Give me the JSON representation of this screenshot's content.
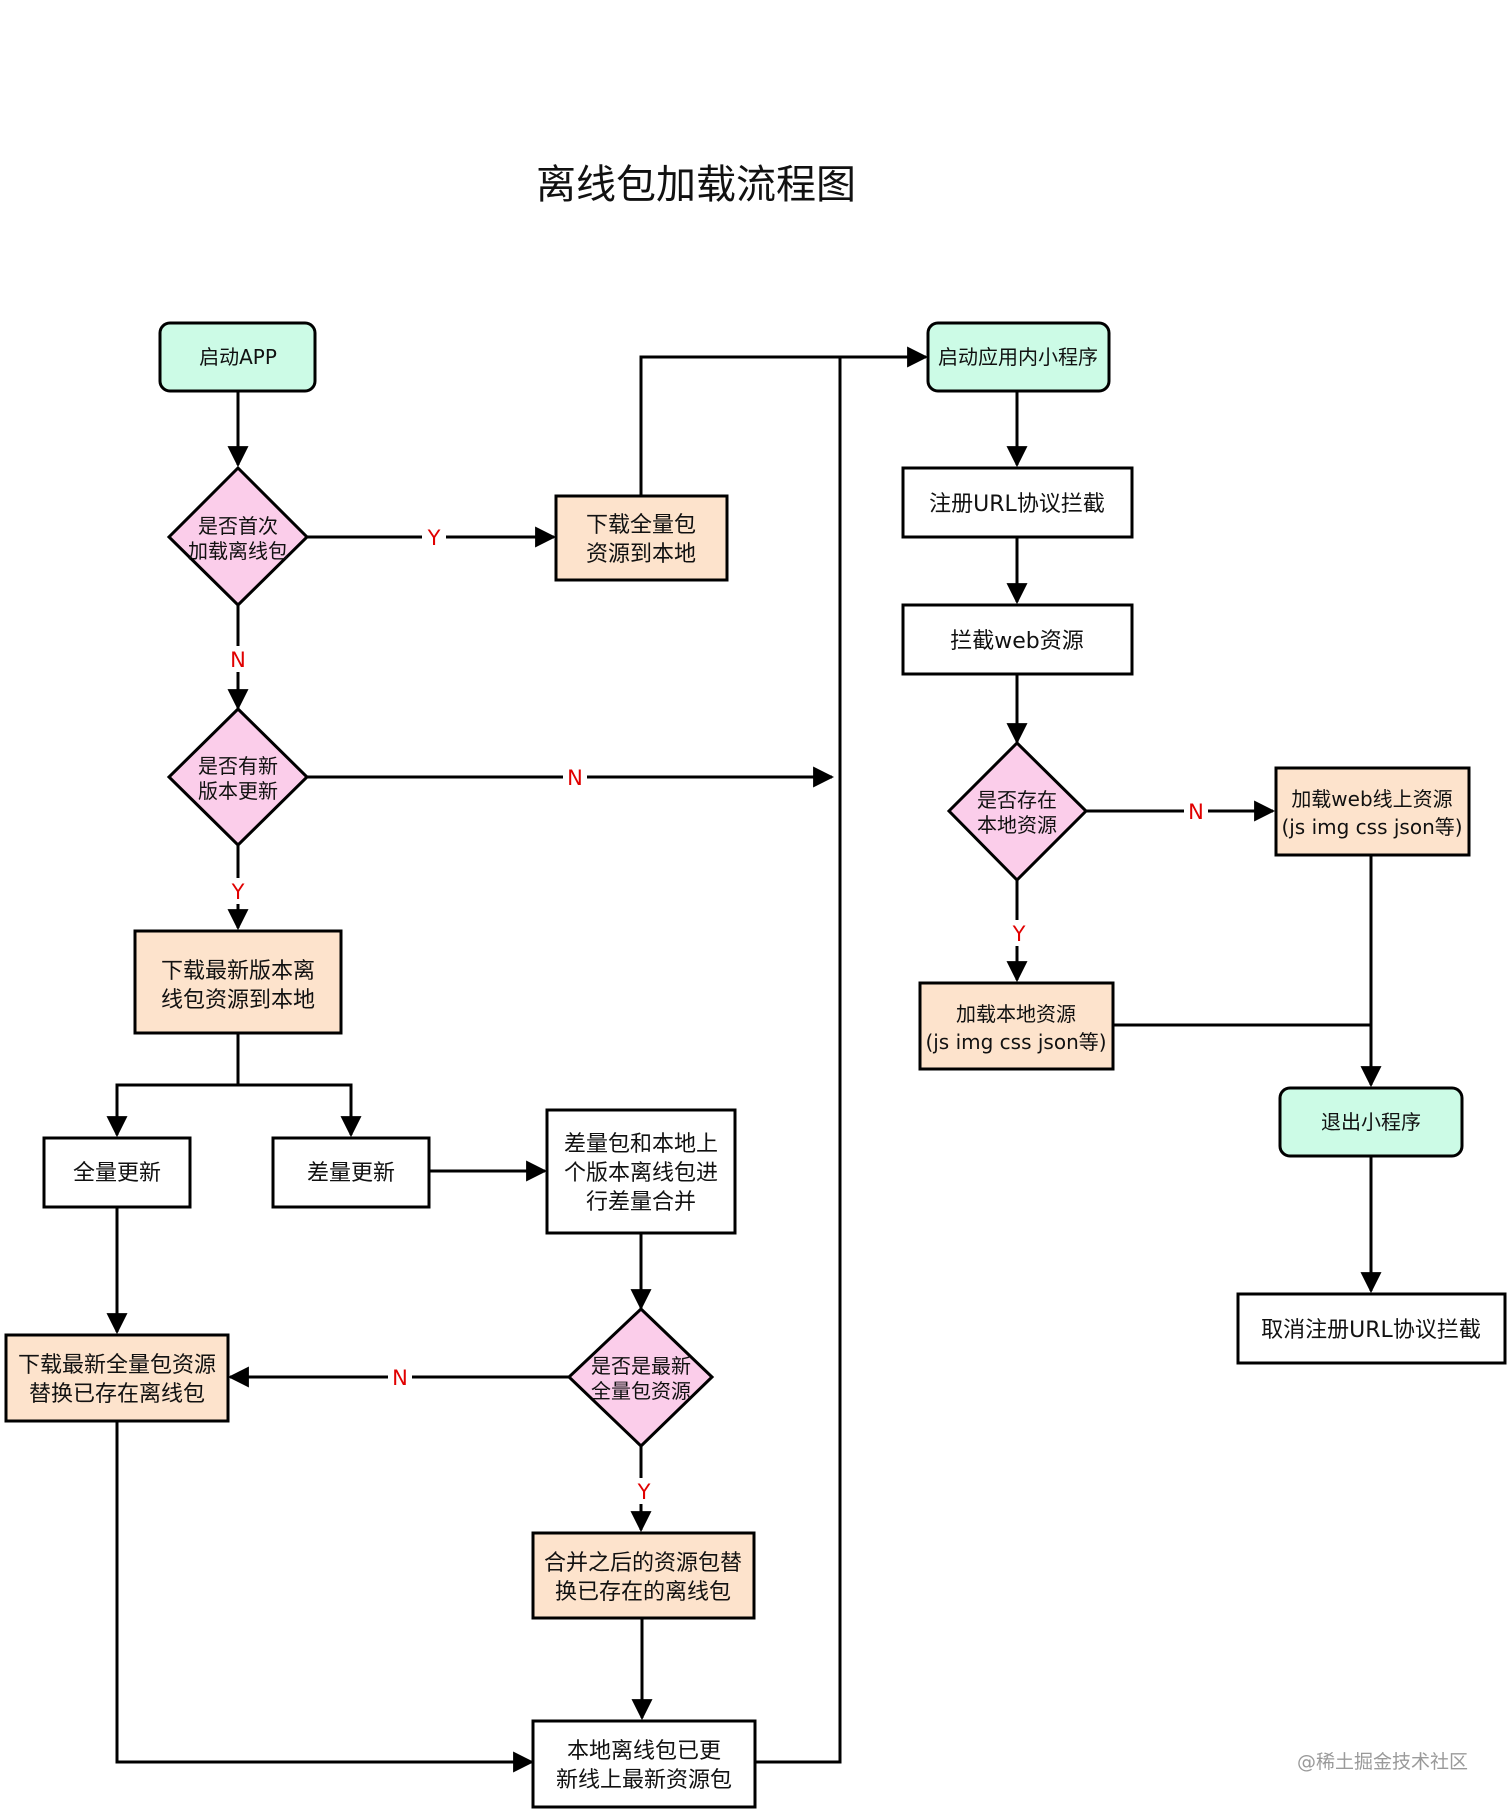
{
  "title": "离线包加载流程图",
  "watermark": "@稀土掘金技术社区",
  "colors": {
    "start_fill": "#ccfbe6",
    "process_fill": "#fde3cc",
    "decision_fill": "#fbcdea",
    "plain_fill": "#ffffff",
    "edge_label": "#e00000"
  },
  "nodes": {
    "start_app": "启动APP",
    "is_first_load": [
      "是否首次",
      "加载离线包"
    ],
    "download_full_local": [
      "下载全量包",
      "资源到本地"
    ],
    "has_new_version": [
      "是否有新",
      "版本更新"
    ],
    "download_latest": [
      "下载最新版本离",
      "线包资源到本地"
    ],
    "full_update": "全量更新",
    "diff_update": "差量更新",
    "merge_diff": [
      "差量包和本地上",
      "个版本离线包进",
      "行差量合并"
    ],
    "is_latest_full": [
      "是否是最新",
      "全量包资源"
    ],
    "download_latest_full_replace": [
      "下载最新全量包资源",
      "替换已存在离线包"
    ],
    "merged_replace": [
      "合并之后的资源包替",
      "换已存在的离线包"
    ],
    "local_updated": [
      "本地离线包已更",
      "新线上最新资源包"
    ],
    "start_mini_program": "启动应用内小程序",
    "register_url_intercept": "注册URL协议拦截",
    "intercept_web": "拦截web资源",
    "has_local_resource": [
      "是否存在",
      "本地资源"
    ],
    "load_web_online": [
      "加载web线上资源",
      "(js img css json等)"
    ],
    "load_local_resource": [
      "加载本地资源",
      "(js img css json等)"
    ],
    "exit_mini_program": "退出小程序",
    "unregister_url_intercept": "取消注册URL协议拦截"
  },
  "edge_labels": {
    "first_load_yes": "Y",
    "first_load_no": "N",
    "new_version_no": "N",
    "new_version_yes": "Y",
    "latest_full_no": "N",
    "latest_full_yes": "Y",
    "local_resource_no": "N",
    "local_resource_yes": "Y"
  }
}
